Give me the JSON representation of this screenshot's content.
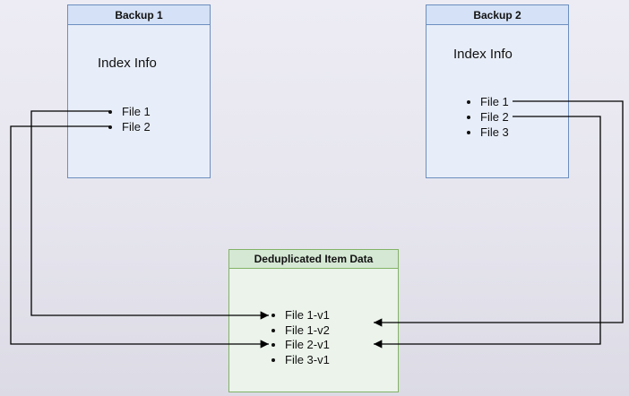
{
  "backup1": {
    "title": "Backup 1",
    "index_label": "Index Info",
    "files": [
      "File 1",
      "File 2"
    ]
  },
  "backup2": {
    "title": "Backup 2",
    "index_label": "Index Info",
    "files": [
      "File 1",
      "File 2",
      "File 3"
    ]
  },
  "dedup": {
    "title": "Deduplicated Item Data",
    "items": [
      "File 1-v1",
      "File 1-v2",
      "File 2-v1",
      "File 3-v1"
    ]
  },
  "arrows": [
    {
      "from": "Backup 1 / File 1",
      "to": "File 1-v1"
    },
    {
      "from": "Backup 1 / File 2",
      "to": "File 2-v1"
    },
    {
      "from": "Backup 2 / File 1",
      "to": "File 1-v2"
    },
    {
      "from": "Backup 2 / File 2",
      "to": "File 2-v1"
    }
  ],
  "colors": {
    "backup_border": "#6c8ebf",
    "backup_header_fill": "#d4e1f6",
    "backup_body_fill": "#e8eef9",
    "dedup_border": "#82b366",
    "dedup_header_fill": "#d5e8d4",
    "dedup_body_fill": "#ebf3ea",
    "arrow": "#000000"
  }
}
